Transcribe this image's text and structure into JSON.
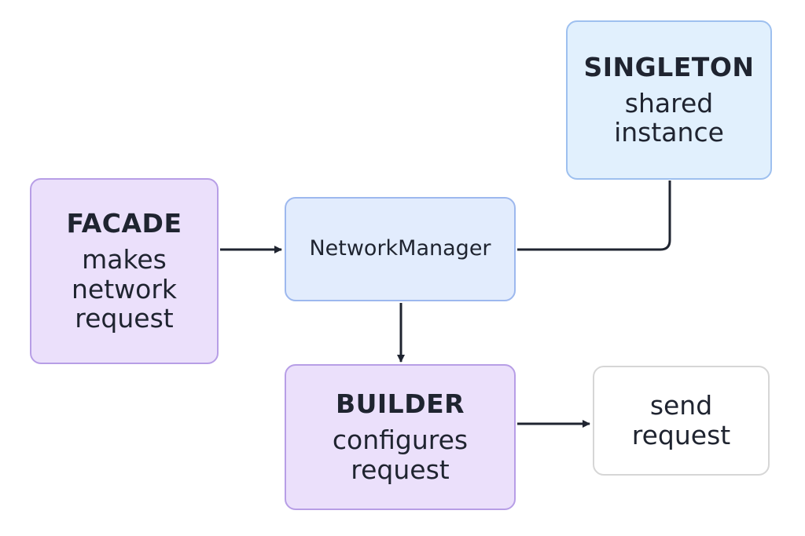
{
  "nodes": {
    "facade": {
      "title": "FACADE",
      "desc": "makes\nnetwork\nrequest"
    },
    "network_manager": {
      "label": "NetworkManager"
    },
    "singleton": {
      "title": "SINGLETON",
      "desc": "shared\ninstance"
    },
    "builder": {
      "title": "BUILDER",
      "desc": "configures\nrequest"
    },
    "send": {
      "desc": "send\nrequest"
    }
  },
  "edges": [
    {
      "from": "facade",
      "to": "network_manager",
      "arrow": true
    },
    {
      "from": "singleton",
      "to": "network_manager",
      "arrow": false
    },
    {
      "from": "network_manager",
      "to": "builder",
      "arrow": true
    },
    {
      "from": "builder",
      "to": "send",
      "arrow": true
    }
  ],
  "colors": {
    "facade_fill": "#ebe0fb",
    "builder_fill": "#ebe0fb",
    "network_manager_fill": "#e2ecfd",
    "singleton_fill": "#e1f0fd",
    "send_fill": "#ffffff",
    "edge": "#1f2430"
  }
}
